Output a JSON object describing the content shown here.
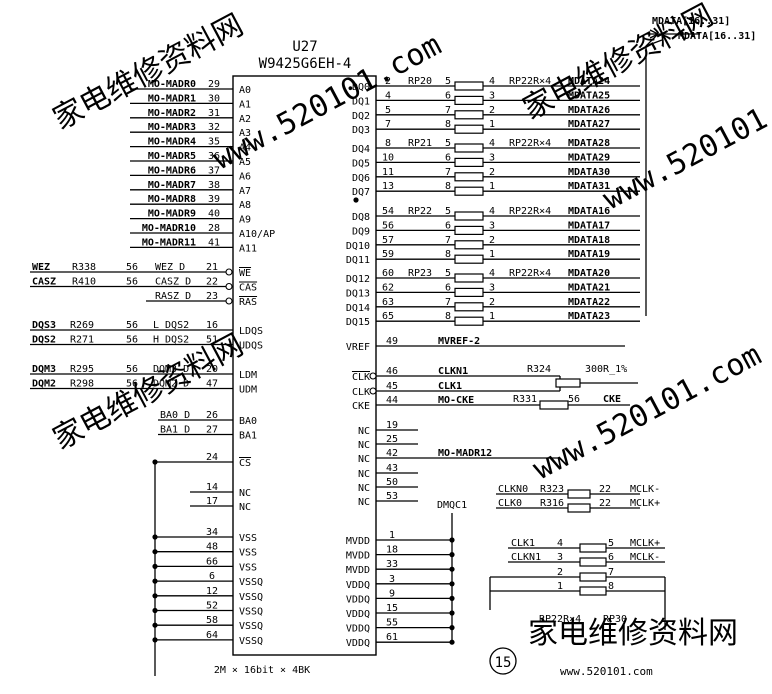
{
  "chip": {
    "ref": "U27",
    "part": "W9425G6EH-4",
    "org": "2M × 16bit × 4BK"
  },
  "addr_pins": [
    {
      "net": "MO-MADR0",
      "pin": "29",
      "name": "A0"
    },
    {
      "net": "MO-MADR1",
      "pin": "30",
      "name": "A1"
    },
    {
      "net": "MO-MADR2",
      "pin": "31",
      "name": "A2"
    },
    {
      "net": "MO-MADR3",
      "pin": "32",
      "name": "A3"
    },
    {
      "net": "MO-MADR4",
      "pin": "35",
      "name": "A4"
    },
    {
      "net": "MO-MADR5",
      "pin": "36",
      "name": "A5"
    },
    {
      "net": "MO-MADR6",
      "pin": "37",
      "name": "A6"
    },
    {
      "net": "MO-MADR7",
      "pin": "38",
      "name": "A7"
    },
    {
      "net": "MO-MADR8",
      "pin": "39",
      "name": "A8"
    },
    {
      "net": "MO-MADR9",
      "pin": "40",
      "name": "A9"
    },
    {
      "net": "MO-MADR10",
      "pin": "28",
      "name": "A10/AP"
    },
    {
      "net": "MO-MADR11",
      "pin": "41",
      "name": "A11"
    }
  ],
  "ctrl_pins": [
    {
      "ext": "WEZ",
      "res": "R338",
      "rval": "56",
      "net": "WEZ_D",
      "pin": "21",
      "name": "WE"
    },
    {
      "ext": "CASZ",
      "res": "R410",
      "rval": "56",
      "net": "CASZ_D",
      "pin": "22",
      "name": "CAS"
    },
    {
      "ext": "",
      "res": "",
      "rval": "",
      "net": "RASZ_D",
      "pin": "23",
      "name": "RAS"
    }
  ],
  "dqs_pins": [
    {
      "ext": "DQS3",
      "res": "R269",
      "rval": "56",
      "net": "L_DQS2",
      "pin": "16",
      "name": "LDQS"
    },
    {
      "ext": "DQS2",
      "res": "R271",
      "rval": "56",
      "net": "H_DQS2",
      "pin": "51",
      "name": "UDQS"
    }
  ],
  "dqm_pins": [
    {
      "ext": "DQM3",
      "res": "R295",
      "rval": "56",
      "net": "DQM3_D",
      "pin": "20",
      "name": "LDM"
    },
    {
      "ext": "DQM2",
      "res": "R298",
      "rval": "56",
      "net": "DQM2_D",
      "pin": "47",
      "name": "UDM"
    }
  ],
  "ba_pins": [
    {
      "net": "BA0_D",
      "pin": "26",
      "name": "BA0"
    },
    {
      "net": "BA1_D",
      "pin": "27",
      "name": "BA1"
    }
  ],
  "cs_pin": {
    "pin": "24",
    "name": "CS"
  },
  "left_nc": [
    {
      "pin": "14",
      "name": "NC"
    },
    {
      "pin": "17",
      "name": "NC"
    }
  ],
  "vss_pins": [
    {
      "pin": "34",
      "name": "VSS"
    },
    {
      "pin": "48",
      "name": "VSS"
    },
    {
      "pin": "66",
      "name": "VSS"
    },
    {
      "pin": "6",
      "name": "VSSQ"
    },
    {
      "pin": "12",
      "name": "VSSQ"
    },
    {
      "pin": "52",
      "name": "VSSQ"
    },
    {
      "pin": "58",
      "name": "VSSQ"
    },
    {
      "pin": "64",
      "name": "VSSQ"
    }
  ],
  "dq_groups": [
    {
      "rp": "RP20",
      "pkg": "RP22R×4",
      "pins": [
        {
          "name": "DQ0",
          "pin": "2",
          "in": "5",
          "out": "4",
          "net": "MDATA24"
        },
        {
          "name": "DQ1",
          "pin": "4",
          "in": "6",
          "out": "3",
          "net": "MDATA25"
        },
        {
          "name": "DQ2",
          "pin": "5",
          "in": "7",
          "out": "2",
          "net": "MDATA26"
        },
        {
          "name": "DQ3",
          "pin": "7",
          "in": "8",
          "out": "1",
          "net": "MDATA27"
        }
      ]
    },
    {
      "rp": "RP21",
      "pkg": "RP22R×4",
      "pins": [
        {
          "name": "DQ4",
          "pin": "8",
          "in": "5",
          "out": "4",
          "net": "MDATA28"
        },
        {
          "name": "DQ5",
          "pin": "10",
          "in": "6",
          "out": "3",
          "net": "MDATA29"
        },
        {
          "name": "DQ6",
          "pin": "11",
          "in": "7",
          "out": "2",
          "net": "MDATA30"
        },
        {
          "name": "DQ7",
          "pin": "13",
          "in": "8",
          "out": "1",
          "net": "MDATA31"
        }
      ]
    },
    {
      "rp": "RP22",
      "pkg": "RP22R×4",
      "pins": [
        {
          "name": "DQ8",
          "pin": "54",
          "in": "5",
          "out": "4",
          "net": "MDATA16"
        },
        {
          "name": "DQ9",
          "pin": "56",
          "in": "6",
          "out": "3",
          "net": "MDATA17"
        },
        {
          "name": "DQ10",
          "pin": "57",
          "in": "7",
          "out": "2",
          "net": "MDATA18"
        },
        {
          "name": "DQ11",
          "pin": "59",
          "in": "8",
          "out": "1",
          "net": "MDATA19"
        }
      ]
    },
    {
      "rp": "RP23",
      "pkg": "RP22R×4",
      "pins": [
        {
          "name": "DQ12",
          "pin": "60",
          "in": "5",
          "out": "4",
          "net": "MDATA20"
        },
        {
          "name": "DQ13",
          "pin": "62",
          "in": "6",
          "out": "3",
          "net": "MDATA21"
        },
        {
          "name": "DQ14",
          "pin": "63",
          "in": "7",
          "out": "2",
          "net": "MDATA22"
        },
        {
          "name": "DQ15",
          "pin": "65",
          "in": "8",
          "out": "1",
          "net": "MDATA23"
        }
      ]
    }
  ],
  "bus": {
    "label1": "MDATA[16..31]",
    "label2": "MDATA[16..31]"
  },
  "vref": {
    "name": "VREF",
    "pin": "49",
    "net": "MVREF-2"
  },
  "clk": [
    {
      "name": "CLK",
      "pin": "46",
      "net": "CLKN1"
    },
    {
      "name": "CLK",
      "pin": "45",
      "net": "CLK1"
    },
    {
      "name": "CKE",
      "pin": "44",
      "net": "MO-CKE"
    }
  ],
  "r324": {
    "ref": "R324",
    "val": "300R_1%"
  },
  "r331": {
    "ref": "R331",
    "val": "56",
    "net": "CKE"
  },
  "right_nc": [
    {
      "pin": "19",
      "name": "NC"
    },
    {
      "pin": "25",
      "name": "NC"
    },
    {
      "pin": "42",
      "name": "NC",
      "net": "MO-MADR12"
    },
    {
      "pin": "43",
      "name": "NC"
    },
    {
      "pin": "50",
      "name": "NC"
    },
    {
      "pin": "53",
      "name": "NC"
    }
  ],
  "pwr_pins": [
    {
      "pin": "1",
      "name": "MVDD"
    },
    {
      "pin": "18",
      "name": "MVDD"
    },
    {
      "pin": "33",
      "name": "MVDD"
    },
    {
      "pin": "3",
      "name": "VDDQ"
    },
    {
      "pin": "9",
      "name": "VDDQ"
    },
    {
      "pin": "15",
      "name": "VDDQ"
    },
    {
      "pin": "55",
      "name": "VDDQ"
    },
    {
      "pin": "61",
      "name": "VDDQ"
    }
  ],
  "dmqc": "DMQC1",
  "clk_out": [
    {
      "in": "CLKN0",
      "res": "R323",
      "val": "22",
      "out": "MCLK-"
    },
    {
      "in": "CLK0",
      "res": "R316",
      "val": "22",
      "out": "MCLK+"
    }
  ],
  "rp30": {
    "ref": "RP30",
    "pkg": "RP22R×4",
    "rows": [
      {
        "net": "CLK1",
        "l": "4",
        "r": "5",
        "out": "MCLK+"
      },
      {
        "net": "CLKN1",
        "l": "3",
        "r": "6",
        "out": "MCLK-"
      },
      {
        "net": "",
        "l": "2",
        "r": "7",
        "out": ""
      },
      {
        "net": "",
        "l": "1",
        "r": "8",
        "out": ""
      }
    ]
  },
  "page_no": "15",
  "logo": {
    "cn": "家电维修资料网",
    "url": "www.520101.com"
  },
  "watermarks": [
    "家电维修资料网",
    "www.520101.com",
    "家电维修资料网",
    "www.520101.com",
    "家电维修资料网",
    "www.520101.com"
  ]
}
